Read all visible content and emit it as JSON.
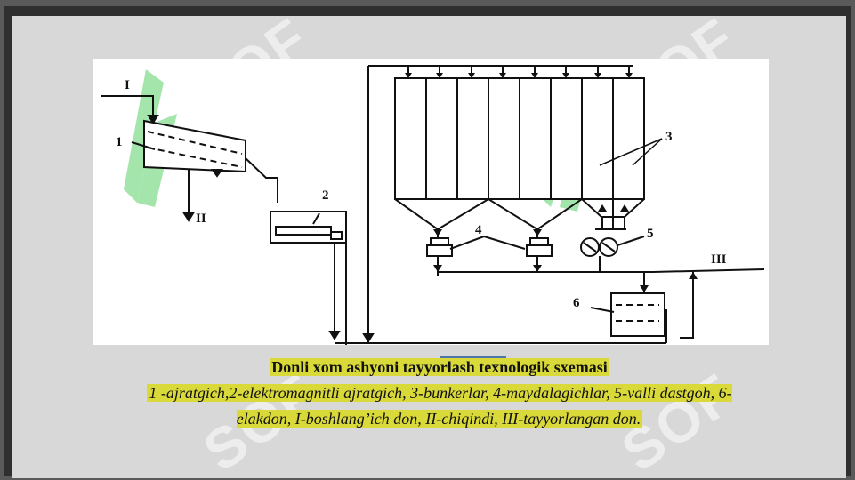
{
  "labels": {
    "stream_in": "I",
    "waste_out": "II",
    "ready_out": "III",
    "n1": "1",
    "n2": "2",
    "n3": "3",
    "n4": "4",
    "n5": "5",
    "n6": "6"
  },
  "watermark": "SOF",
  "caption": {
    "title": "Donli xom ashyoni tayyorlash texnologik sxemasi",
    "body": "1 -ajratgich,2-elektromagnitli ajratgich, 3-bunkerlar, 4-maydalagichlar, 5-valli dastgoh, 6-elakdon, I-boshlang’ich don, II-chiqindi, III-tayyorlangan don."
  }
}
